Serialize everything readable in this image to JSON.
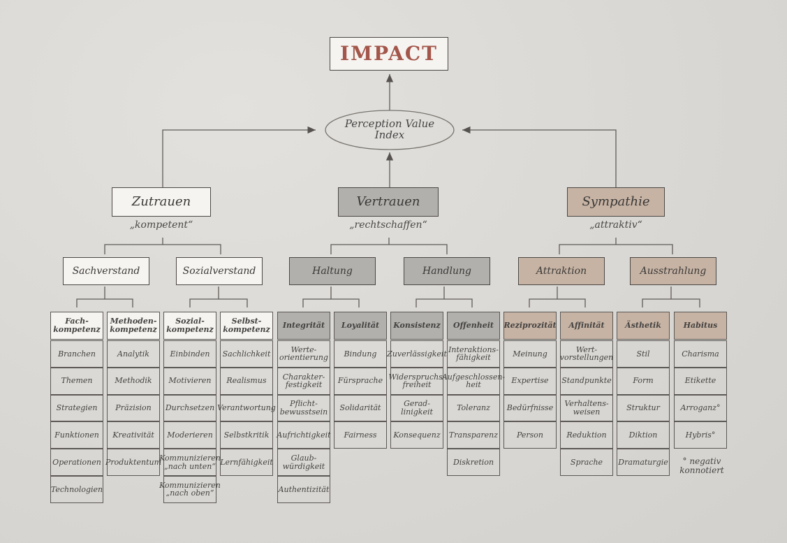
{
  "impact": "IMPACT",
  "perception_index": "Perception Value Index",
  "colors": {
    "white": "#f6f4f1",
    "gray": "#b2b0ad",
    "brown": "#c6b3a4",
    "impact_text": "#a3564a"
  },
  "pillars": [
    {
      "label": "Zutrauen",
      "quote": "„kompetent“",
      "dimensions": [
        {
          "label": "Sachverstand",
          "columns": [
            {
              "head": "Fach-kompetenz",
              "items": [
                "Branchen",
                "Themen",
                "Strategien",
                "Funktionen",
                "Operationen",
                "Technologien"
              ]
            },
            {
              "head": "Methoden-kompetenz",
              "items": [
                "Analytik",
                "Methodik",
                "Präzision",
                "Kreativität",
                "Produktentum"
              ]
            }
          ]
        },
        {
          "label": "Sozialverstand",
          "columns": [
            {
              "head": "Sozial-kompetenz",
              "items": [
                "Einbinden",
                "Motivieren",
                "Durchsetzen",
                "Moderieren",
                "Kommunizieren „nach unten“",
                "Kommunizieren „nach oben“"
              ]
            },
            {
              "head": "Selbst-kompetenz",
              "items": [
                "Sachlichkeit",
                "Realismus",
                "Verantwortung",
                "Selbstkritik",
                "Lernfähigkeit"
              ]
            }
          ]
        }
      ]
    },
    {
      "label": "Vertrauen",
      "quote": "„rechtschaffen“",
      "dimensions": [
        {
          "label": "Haltung",
          "columns": [
            {
              "head": "Integrität",
              "items": [
                "Werte-orientierung",
                "Charakter-festigkeit",
                "Pflicht-bewusstsein",
                "Aufrichtigkeit",
                "Glaub-würdigkeit",
                "Authentizität"
              ]
            },
            {
              "head": "Loyalität",
              "items": [
                "Bindung",
                "Fürsprache",
                "Solidarität",
                "Fairness"
              ]
            }
          ]
        },
        {
          "label": "Handlung",
          "columns": [
            {
              "head": "Konsistenz",
              "items": [
                "Zuverlässigkeit",
                "Widerspruchs-freiheit",
                "Gerad-linigkeit",
                "Konsequenz"
              ]
            },
            {
              "head": "Offenheit",
              "items": [
                "Interaktions-fähigkeit",
                "Aufgeschlossen-heit",
                "Toleranz",
                "Transparenz",
                "Diskretion"
              ]
            }
          ]
        }
      ]
    },
    {
      "label": "Sympathie",
      "quote": "„attraktiv“",
      "dimensions": [
        {
          "label": "Attraktion",
          "columns": [
            {
              "head": "Reziprozität",
              "items": [
                "Meinung",
                "Expertise",
                "Bedürfnisse",
                "Person"
              ]
            },
            {
              "head": "Affinität",
              "items": [
                "Wert-vorstellungen",
                "Standpunkte",
                "Verhaltens-weisen",
                "Reduktion",
                "Sprache"
              ]
            }
          ]
        },
        {
          "label": "Ausstrahlung",
          "columns": [
            {
              "head": "Ästhetik",
              "items": [
                "Stil",
                "Form",
                "Struktur",
                "Diktion",
                "Dramaturgie"
              ]
            },
            {
              "head": "Habitus",
              "items": [
                "Charisma",
                "Etikette",
                "Arroganz°",
                "Hybris°"
              ]
            }
          ]
        }
      ]
    }
  ],
  "footnote": "° negativ konnotiert"
}
